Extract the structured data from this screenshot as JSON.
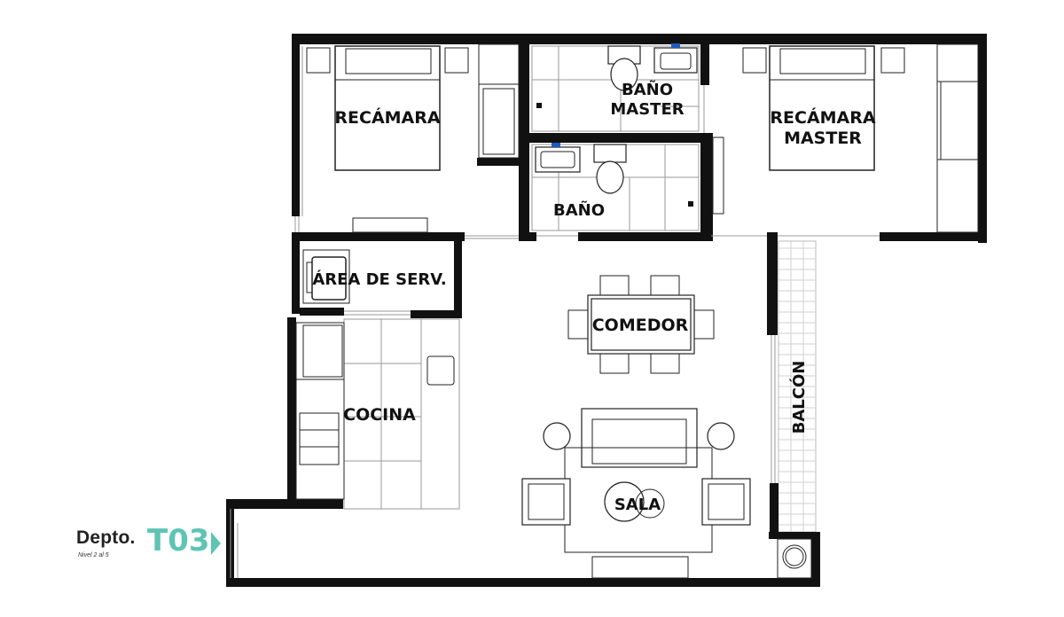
{
  "colors": {
    "accent": "#5ec4b4",
    "wall": "#111111"
  },
  "rooms": {
    "recamara": "RECÁMARA",
    "bano_master_line1": "BAÑO",
    "bano_master_line2": "MASTER",
    "recamara_master_line1": "RECÁMARA",
    "recamara_master_line2": "MASTER",
    "bano": "BAÑO",
    "area_serv": "ÁREA DE SERV.",
    "comedor": "COMEDOR",
    "cocina": "COCINA",
    "sala": "SALA",
    "balcon": "BALCÓN"
  },
  "unit": {
    "prefix": "Depto.",
    "code": "T03",
    "level": "Nivel 2 al 5"
  }
}
